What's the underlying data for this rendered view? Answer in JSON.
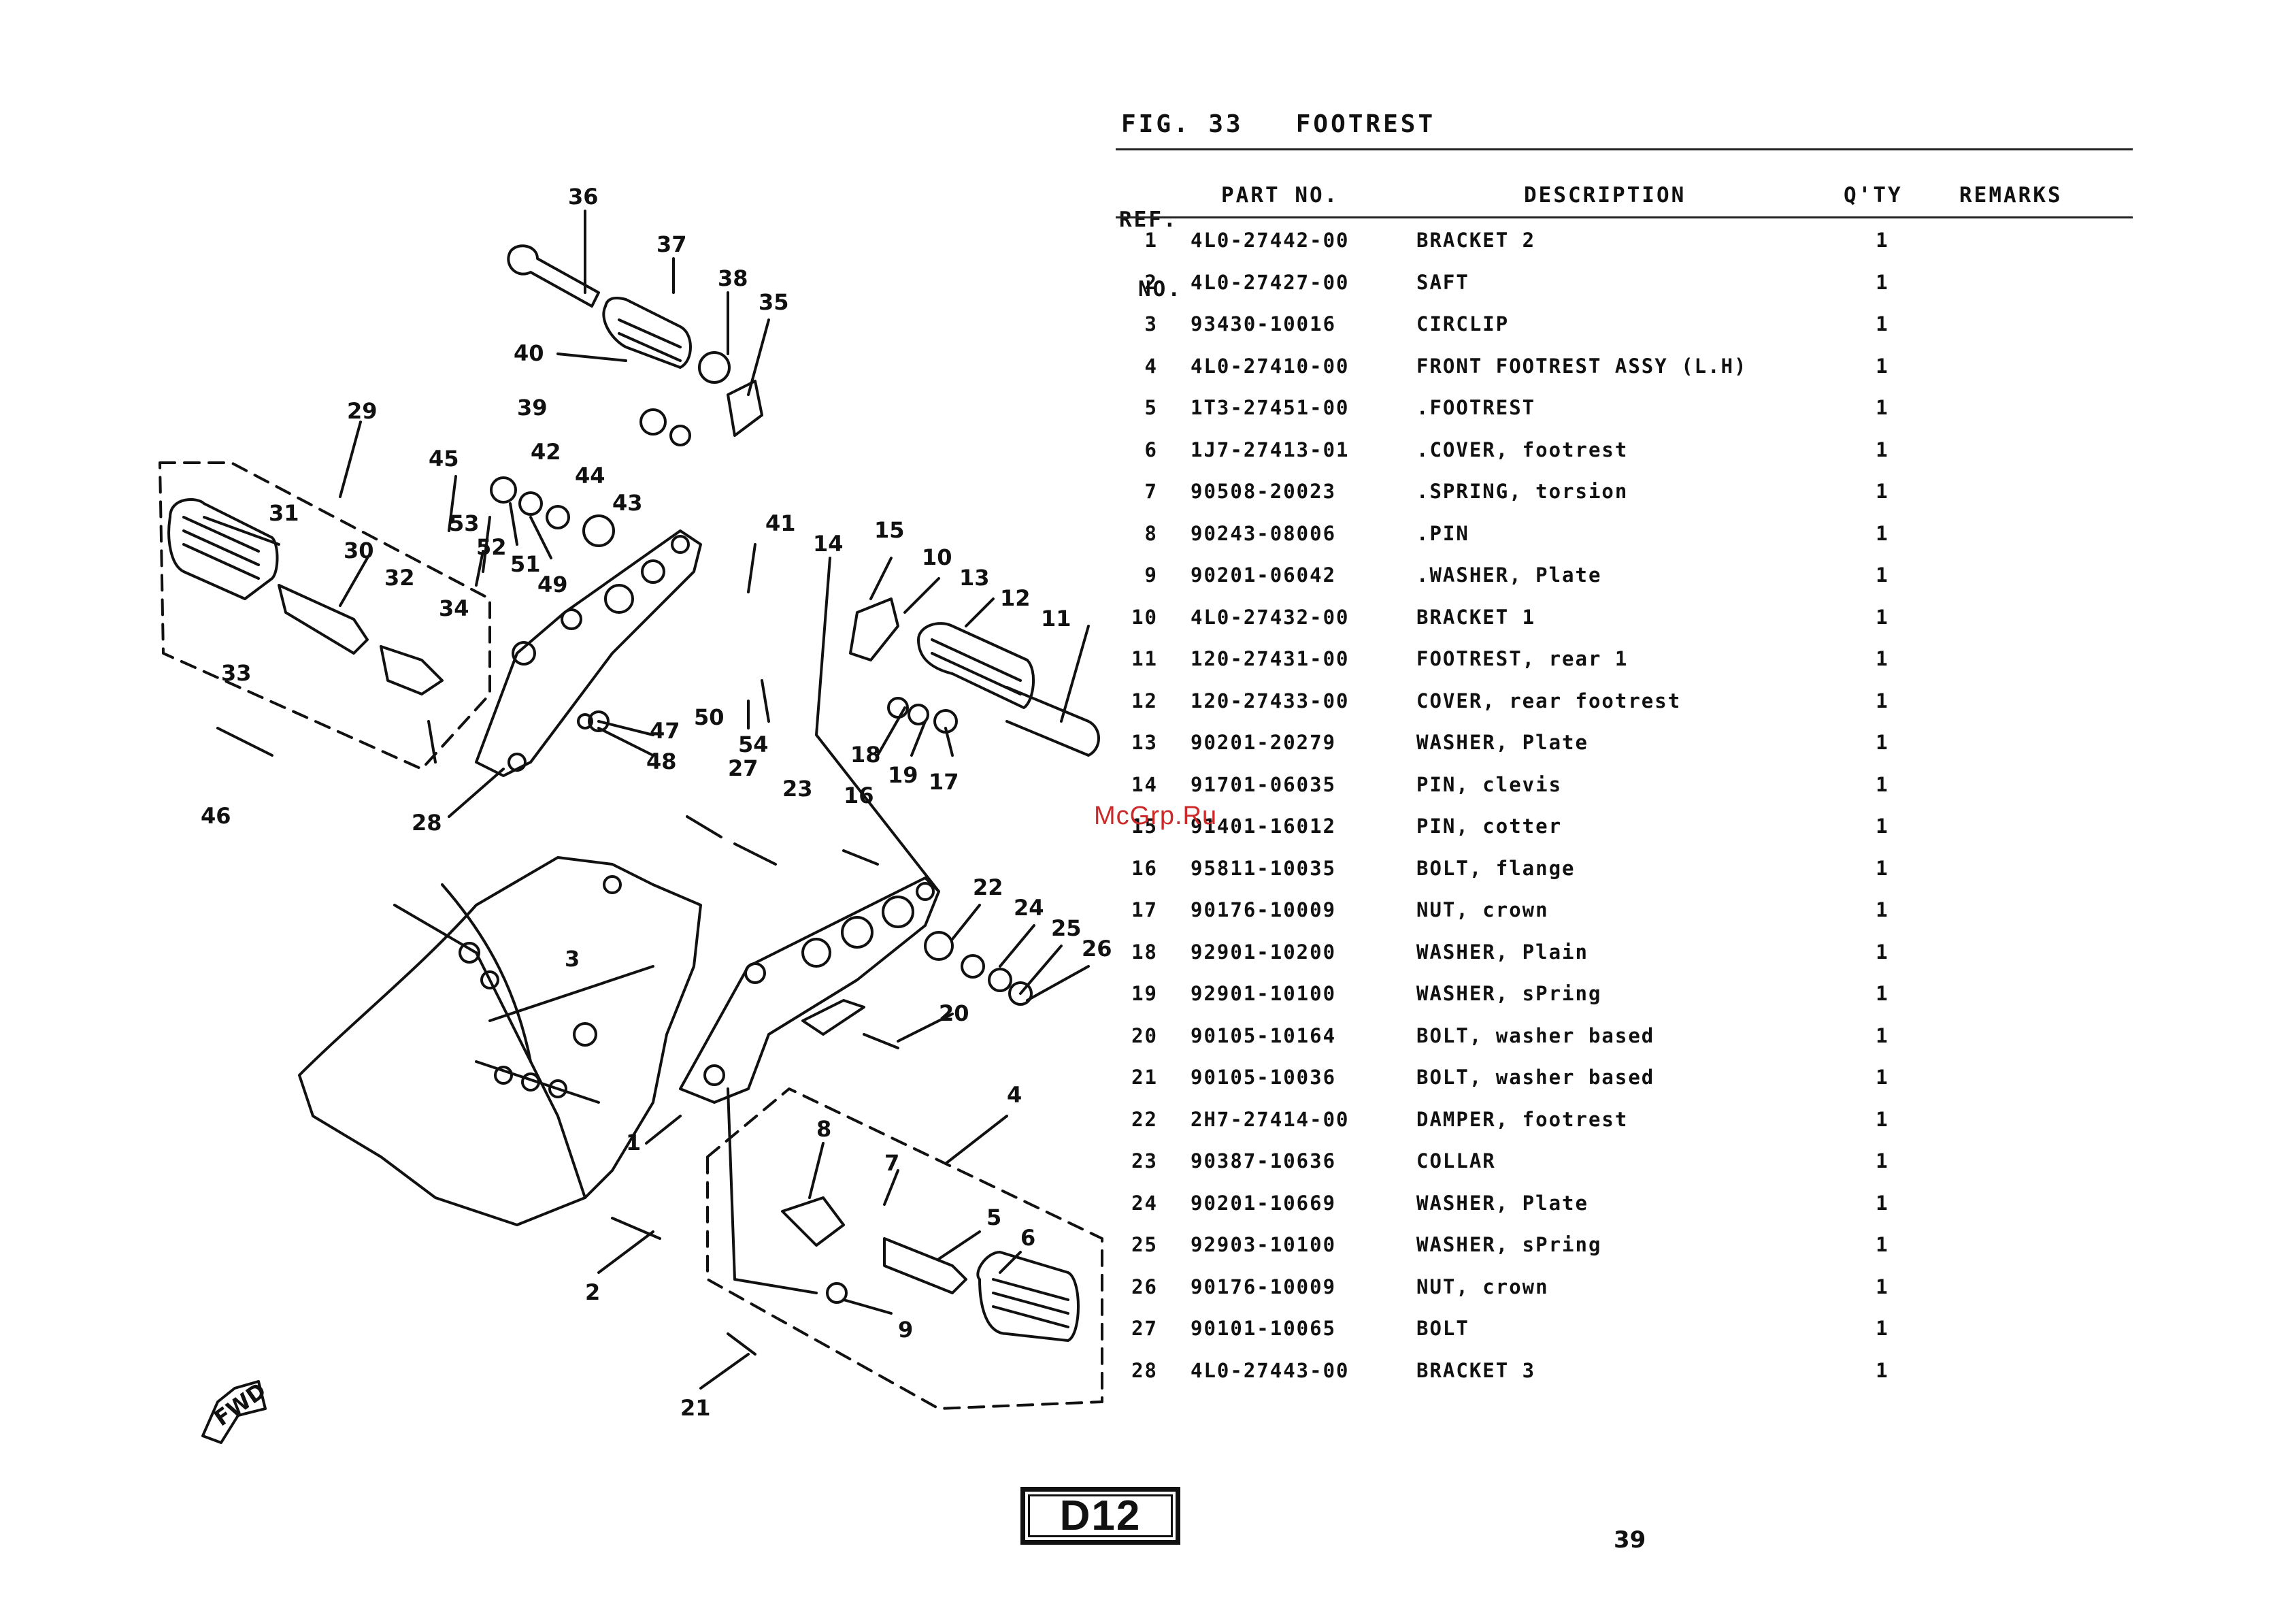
{
  "figure": {
    "number_label": "FIG. 33",
    "title": "FOOTREST"
  },
  "table": {
    "headers": {
      "ref_line1": "REF.",
      "ref_line2": "NO.",
      "part": "PART NO.",
      "description": "DESCRIPTION",
      "qty": "Q'TY",
      "remarks": "REMARKS"
    },
    "rows": [
      {
        "ref": "1",
        "part": "4L0-27442-00",
        "desc": "BRACKET 2",
        "qty": "1"
      },
      {
        "ref": "2",
        "part": "4L0-27427-00",
        "desc": "SAFT",
        "qty": "1"
      },
      {
        "ref": "3",
        "part": "93430-10016",
        "desc": "CIRCLIP",
        "qty": "1"
      },
      {
        "ref": "4",
        "part": "4L0-27410-00",
        "desc": "FRONT FOOTREST ASSY (L.H)",
        "qty": "1"
      },
      {
        "ref": "5",
        "part": "1T3-27451-00",
        "desc": ".FOOTREST",
        "qty": "1"
      },
      {
        "ref": "6",
        "part": "1J7-27413-01",
        "desc": ".COVER, footrest",
        "qty": "1"
      },
      {
        "ref": "7",
        "part": "90508-20023",
        "desc": ".SPRING, torsion",
        "qty": "1"
      },
      {
        "ref": "8",
        "part": "90243-08006",
        "desc": ".PIN",
        "qty": "1"
      },
      {
        "ref": "9",
        "part": "90201-06042",
        "desc": ".WASHER, Plate",
        "qty": "1"
      },
      {
        "ref": "10",
        "part": "4L0-27432-00",
        "desc": "BRACKET 1",
        "qty": "1"
      },
      {
        "ref": "11",
        "part": "120-27431-00",
        "desc": "FOOTREST, rear 1",
        "qty": "1"
      },
      {
        "ref": "12",
        "part": "120-27433-00",
        "desc": "COVER, rear footrest",
        "qty": "1"
      },
      {
        "ref": "13",
        "part": "90201-20279",
        "desc": "WASHER, Plate",
        "qty": "1"
      },
      {
        "ref": "14",
        "part": "91701-06035",
        "desc": "PIN, clevis",
        "qty": "1"
      },
      {
        "ref": "15",
        "part": "91401-16012",
        "desc": "PIN, cotter",
        "qty": "1"
      },
      {
        "ref": "16",
        "part": "95811-10035",
        "desc": "BOLT, flange",
        "qty": "1"
      },
      {
        "ref": "17",
        "part": "90176-10009",
        "desc": "NUT, crown",
        "qty": "1"
      },
      {
        "ref": "18",
        "part": "92901-10200",
        "desc": "WASHER, Plain",
        "qty": "1"
      },
      {
        "ref": "19",
        "part": "92901-10100",
        "desc": "WASHER, sPring",
        "qty": "1"
      },
      {
        "ref": "20",
        "part": "90105-10164",
        "desc": "BOLT, washer based",
        "qty": "1"
      },
      {
        "ref": "21",
        "part": "90105-10036",
        "desc": "BOLT, washer based",
        "qty": "1"
      },
      {
        "ref": "22",
        "part": "2H7-27414-00",
        "desc": "DAMPER, footrest",
        "qty": "1"
      },
      {
        "ref": "23",
        "part": "90387-10636",
        "desc": "COLLAR",
        "qty": "1"
      },
      {
        "ref": "24",
        "part": "90201-10669",
        "desc": "WASHER, Plate",
        "qty": "1"
      },
      {
        "ref": "25",
        "part": "92903-10100",
        "desc": "WASHER, sPring",
        "qty": "1"
      },
      {
        "ref": "26",
        "part": "90176-10009",
        "desc": "NUT, crown",
        "qty": "1"
      },
      {
        "ref": "27",
        "part": "90101-10065",
        "desc": "BOLT",
        "qty": "1"
      },
      {
        "ref": "28",
        "part": "4L0-27443-00",
        "desc": "BRACKET 3",
        "qty": "1"
      }
    ]
  },
  "callouts": [
    "1",
    "2",
    "3",
    "4",
    "5",
    "6",
    "7",
    "8",
    "9",
    "10",
    "11",
    "12",
    "13",
    "14",
    "15",
    "16",
    "17",
    "18",
    "19",
    "20",
    "21",
    "22",
    "23",
    "24",
    "25",
    "26",
    "27",
    "28",
    "29",
    "30",
    "31",
    "32",
    "33",
    "34",
    "35",
    "36",
    "37",
    "38",
    "39",
    "40",
    "41",
    "42",
    "43",
    "44",
    "45",
    "46",
    "47",
    "48",
    "49",
    "50",
    "51",
    "52",
    "53",
    "54"
  ],
  "watermark": "McGrp.Ru",
  "page_badge": "D12",
  "page_number": "39",
  "fwd_label": "FWD"
}
